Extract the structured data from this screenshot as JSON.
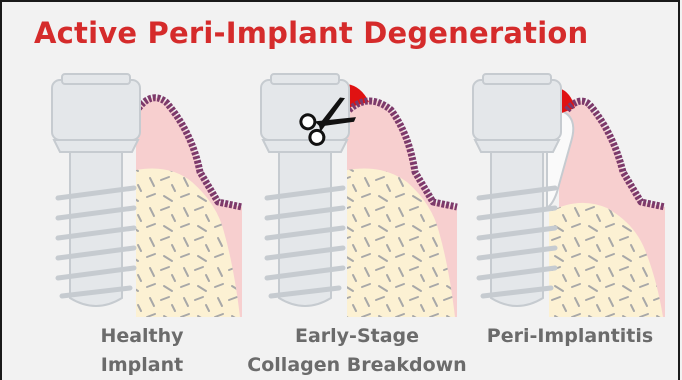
{
  "title": "Active Peri-Implant Degeneration",
  "panels": [
    {
      "label_line1": "Healthy",
      "label_line2": "Implant"
    },
    {
      "label_line1": "Early-Stage",
      "label_line2": "Collagen Breakdown"
    },
    {
      "label_line1": "Peri-Implantitis",
      "label_line2": ""
    }
  ],
  "colors": {
    "title": "#d52b2b",
    "gum": "#f7cfcf",
    "gum_outline": "#7d3a6b",
    "bone": "#fcf1d3",
    "implant": "#e4e7ea",
    "inflammation": "#e01212",
    "label": "#6b6b6b"
  },
  "icons": [
    "scissors-icon"
  ]
}
